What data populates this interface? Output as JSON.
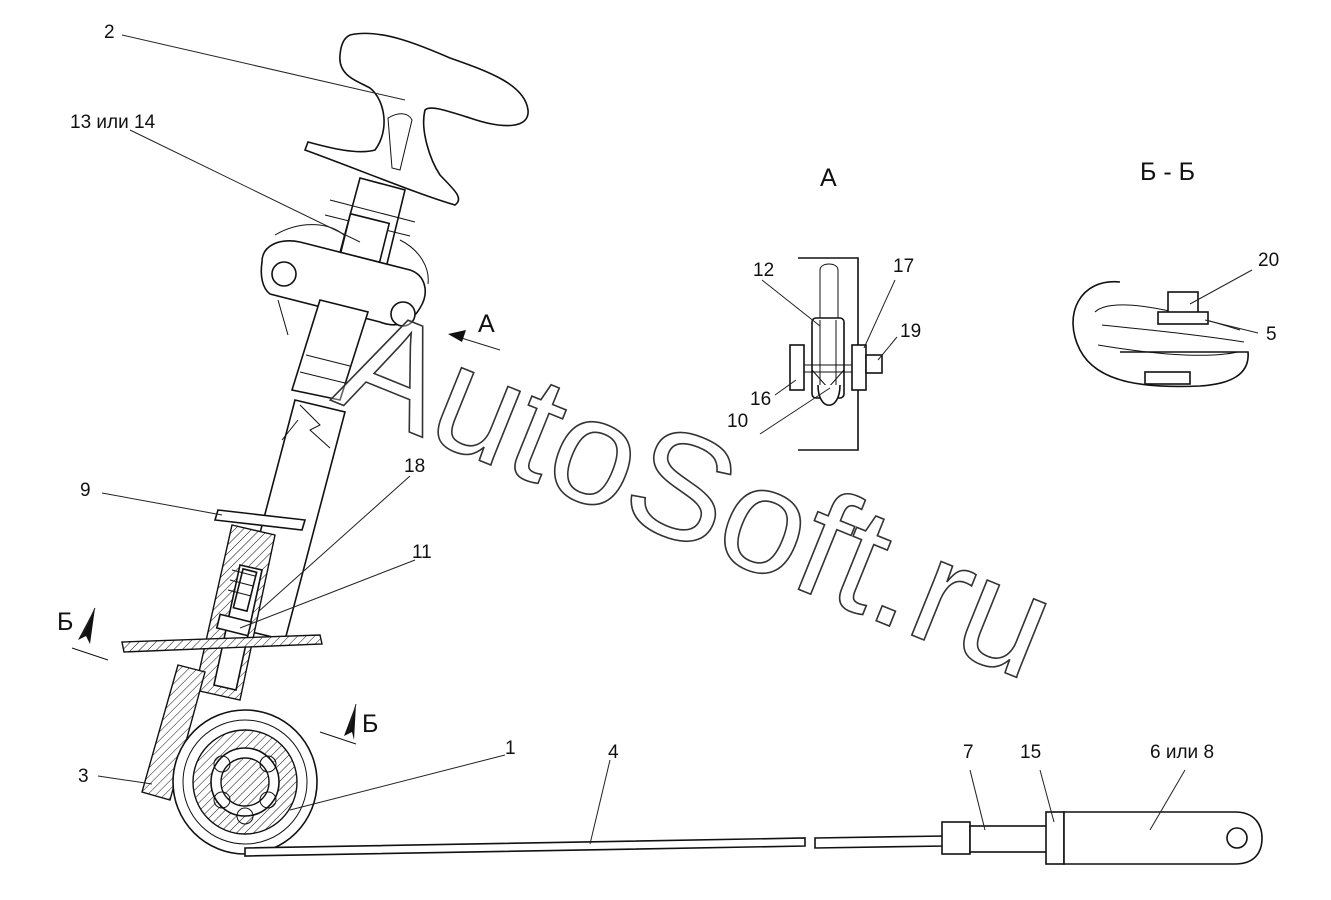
{
  "view_labels": {
    "view_a": "А",
    "view_b_section": "Б - Б",
    "arrow_a": "А",
    "section_b_left": "Б",
    "section_b_right": "Б"
  },
  "callouts": {
    "c1": "1",
    "c2": "2",
    "c3": "3",
    "c4": "4",
    "c5": "5",
    "c6_8": "6 или 8",
    "c7": "7",
    "c9": "9",
    "c10": "10",
    "c11": "11",
    "c12": "12",
    "c13_14": "13 или 14",
    "c15": "15",
    "c16": "16",
    "c17": "17",
    "c18": "18",
    "c19": "19",
    "c20": "20"
  },
  "watermark": "AutoSoft.ru"
}
